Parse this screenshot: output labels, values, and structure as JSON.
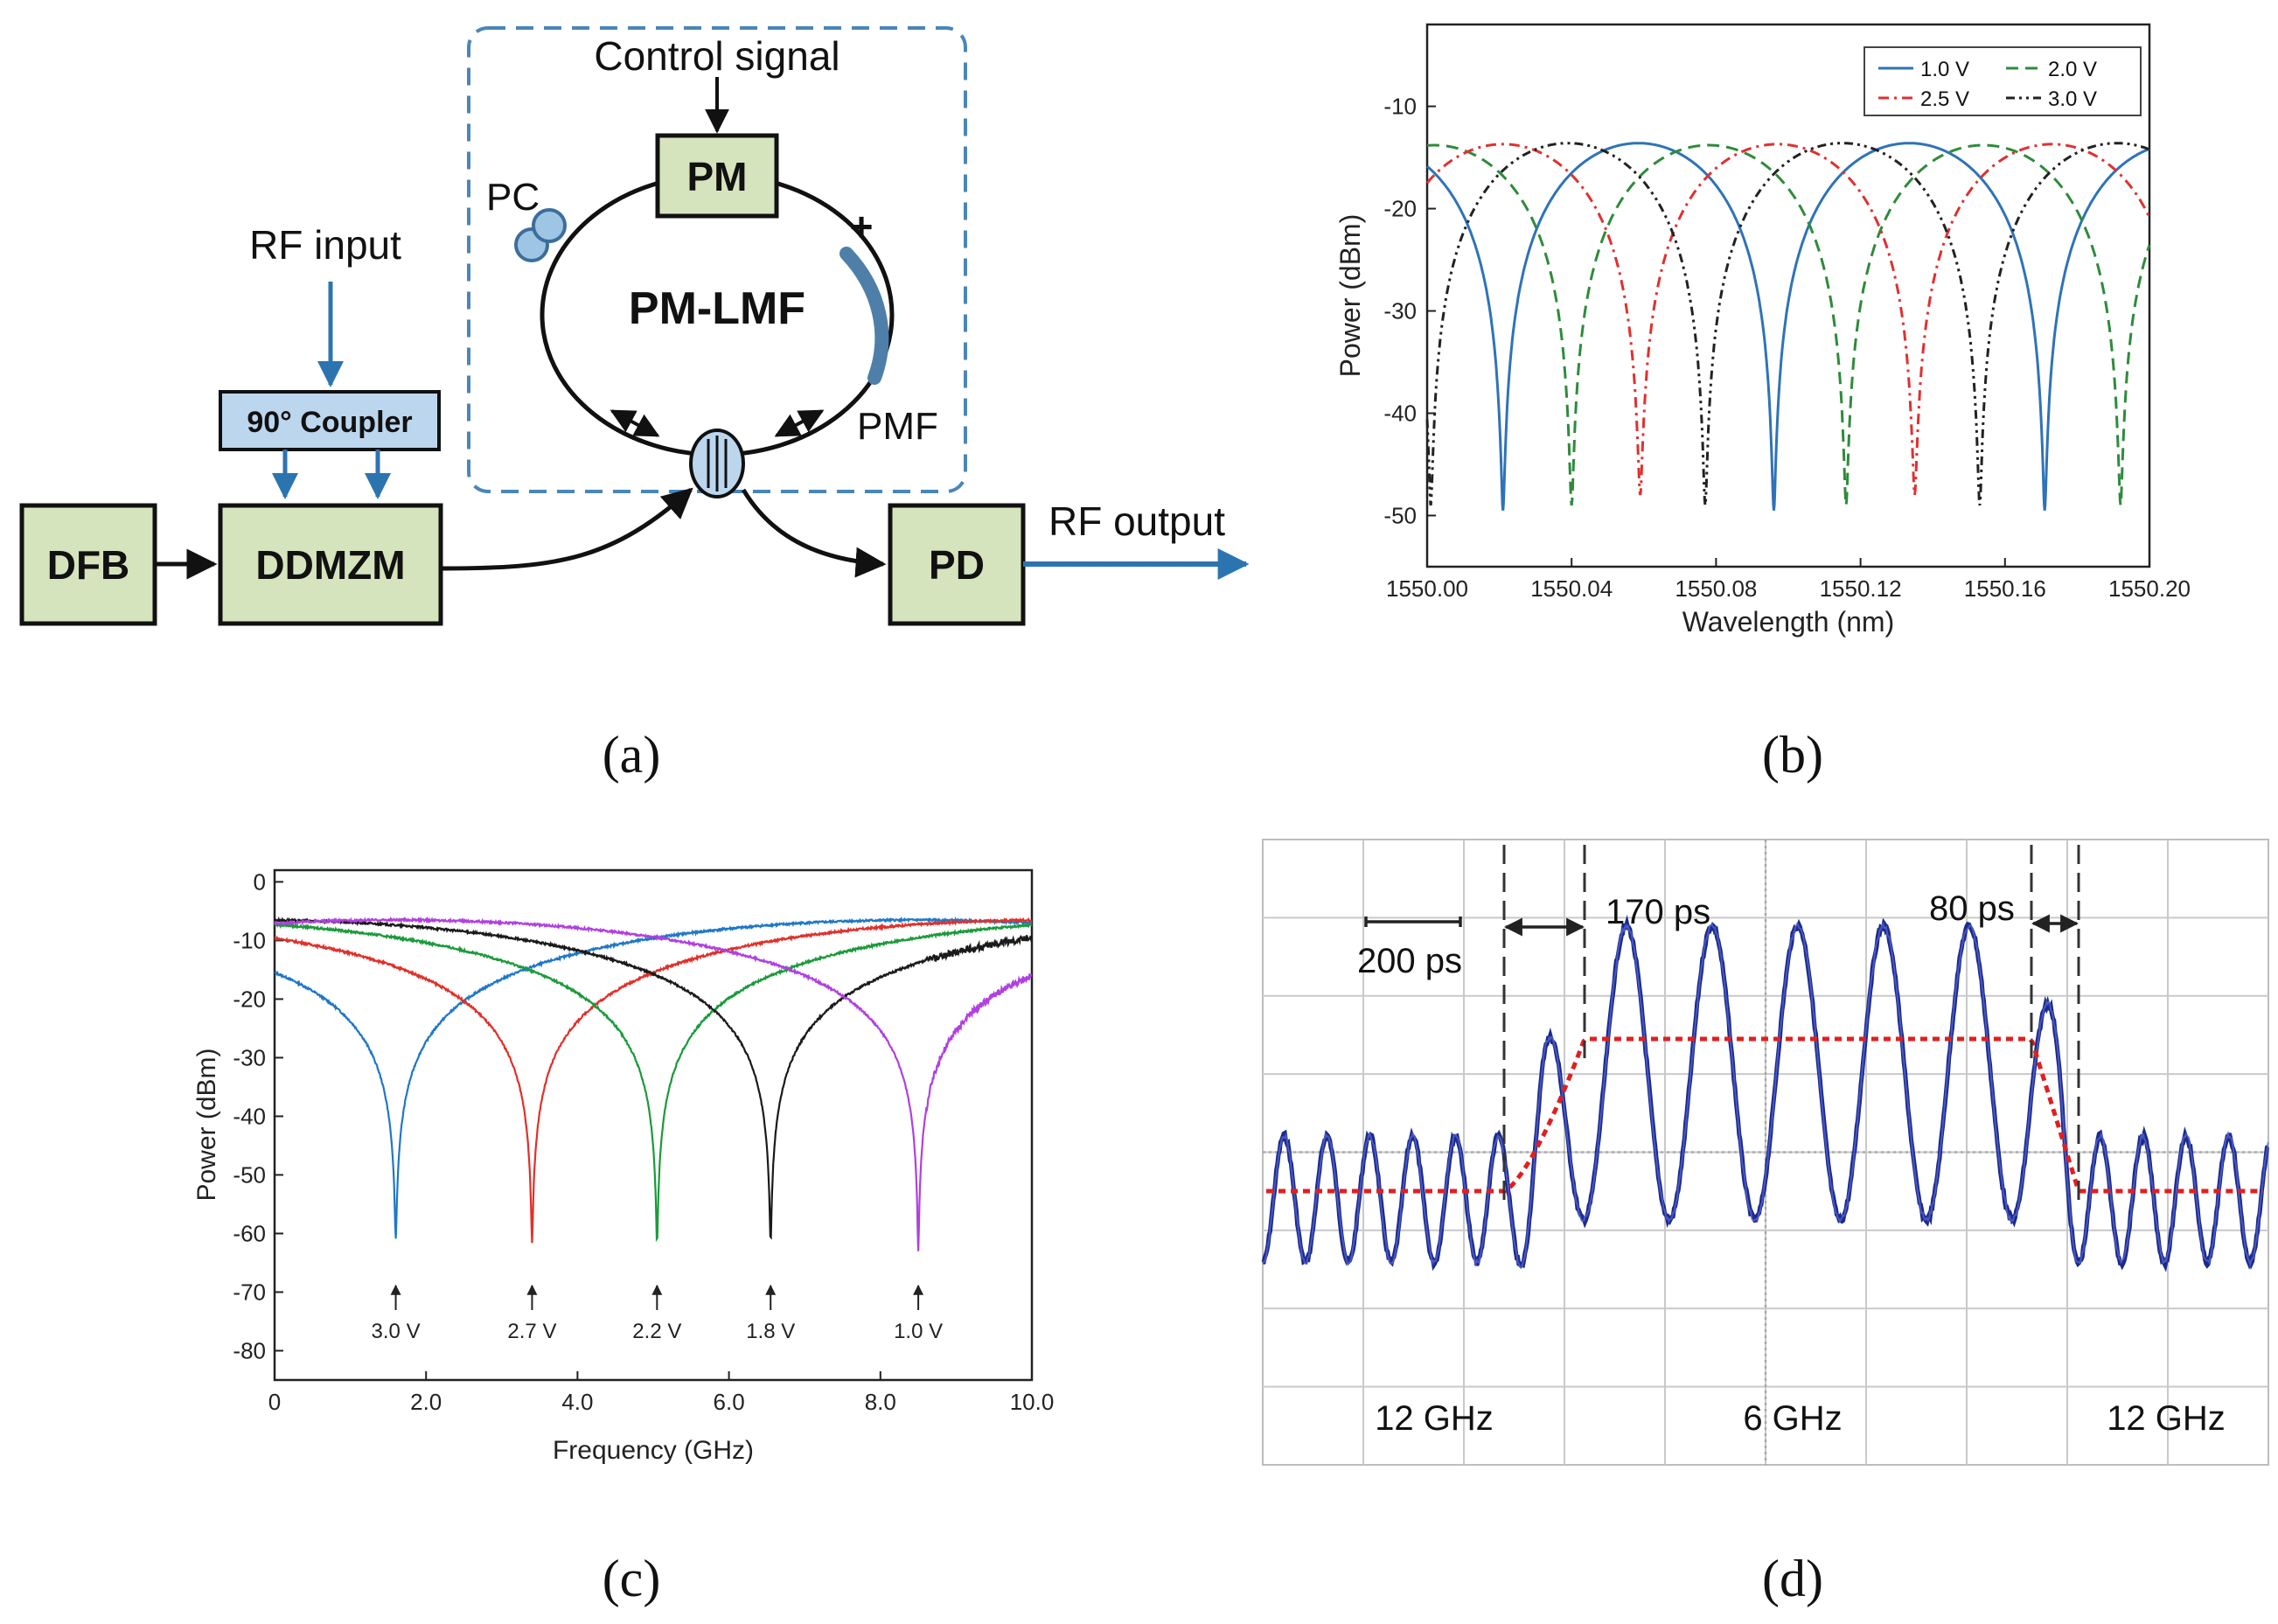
{
  "panels": {
    "a": {
      "caption": "(a)",
      "control_signal": "Control signal",
      "rf_input": "RF input",
      "coupler": "90° Coupler",
      "dfb": "DFB",
      "ddmzm": "DDMZM",
      "pm": "PM",
      "pc": "PC",
      "loop": "PM-LMF",
      "pmf": "PMF",
      "pd": "PD",
      "rf_output": "RF output"
    },
    "b": {
      "caption": "(b)"
    },
    "c": {
      "caption": "(c)"
    },
    "d": {
      "caption": "(d)"
    }
  },
  "chart_data": [
    {
      "panel": "b",
      "type": "line",
      "xlabel": "Wavelength (nm)",
      "ylabel": "Power (dBm)",
      "xlim": [
        1550.0,
        1550.2
      ],
      "ylim": [
        -55,
        -2
      ],
      "xticks": [
        "1550.00",
        "1550.04",
        "1550.08",
        "1550.12",
        "1550.16",
        "1550.20"
      ],
      "xtick_values": [
        1550.0,
        1550.04,
        1550.08,
        1550.12,
        1550.16,
        1550.2
      ],
      "yticks": [
        "-10",
        "-20",
        "-30",
        "-40",
        "-50"
      ],
      "ytick_values": [
        -10,
        -20,
        -30,
        -40,
        -50
      ],
      "legend_position": "top-right",
      "series": [
        {
          "name": "1.0 V",
          "color": "#2e73b8",
          "dash": "solid",
          "notches": [
            1550.021,
            1550.095,
            1550.172
          ],
          "max": -13.6,
          "min": -49.5,
          "period": 0.075
        },
        {
          "name": "2.0 V",
          "color": "#2e8b3a",
          "dash": "dash",
          "notches": [
            1550.04,
            1550.116,
            1550.192
          ],
          "max": -13.8,
          "min": -49.0,
          "period": 0.076
        },
        {
          "name": "2.5 V",
          "color": "#e03030",
          "dash": "dashdot",
          "notches": [
            1550.059,
            1550.135
          ],
          "max": -13.7,
          "min": -48.0,
          "period": 0.076
        },
        {
          "name": "3.0 V",
          "color": "#222222",
          "dash": "dashdotdot",
          "notches": [
            1550.077,
            1550.152
          ],
          "max": -13.6,
          "min": -49.0,
          "period": 0.076
        }
      ]
    },
    {
      "panel": "c",
      "type": "line",
      "xlabel": "Frequency (GHz)",
      "ylabel": "Power (dBm)",
      "xlim": [
        0,
        10
      ],
      "ylim": [
        -85,
        2
      ],
      "xticks": [
        "0",
        "2.0",
        "4.0",
        "6.0",
        "8.0",
        "10.0"
      ],
      "xtick_values": [
        0,
        2,
        4,
        6,
        8,
        10
      ],
      "yticks": [
        "0",
        "-10",
        "-20",
        "-30",
        "-40",
        "-50",
        "-60",
        "-70",
        "-80"
      ],
      "ytick_values": [
        0,
        -10,
        -20,
        -30,
        -40,
        -50,
        -60,
        -70,
        -80
      ],
      "series": [
        {
          "color": "#1f77c8",
          "notch": 1.6,
          "min": -61,
          "half_period": 6.9,
          "max": -6.5
        },
        {
          "color": "#e0302a",
          "notch": 3.4,
          "min": -61.5,
          "half_period": 6.9,
          "max": -6.5
        },
        {
          "color": "#1a9a3a",
          "notch": 5.05,
          "min": -62,
          "half_period": 6.9,
          "max": -6.5
        },
        {
          "color": "#1a1a1a",
          "notch": 6.55,
          "min": -61.5,
          "half_period": 6.9,
          "max": -6.5
        },
        {
          "color": "#b040e0",
          "notch": 8.5,
          "min": -63,
          "half_period": 6.9,
          "max": -6.5
        }
      ],
      "annotations": [
        {
          "label": "3.0 V",
          "x": 1.6
        },
        {
          "label": "2.7 V",
          "x": 3.4
        },
        {
          "label": "2.2 V",
          "x": 5.05
        },
        {
          "label": "1.8 V",
          "x": 6.55
        },
        {
          "label": "1.0 V",
          "x": 8.5
        }
      ]
    },
    {
      "panel": "d",
      "type": "line",
      "grid": true,
      "annotations": {
        "scale_bar": "200 ps",
        "rise": "170 ps",
        "fall": "80 ps",
        "left_freq": "12 GHz",
        "mid_freq": "6 GHz",
        "right_freq": "12 GHz"
      },
      "signal": {
        "low_freq_GHz": 12,
        "high_freq_GHz": 6,
        "low_amplitude": 0.32,
        "high_amplitude": 1.0
      },
      "envelope": {
        "color": "#e02020",
        "low": 0.32,
        "high": 1.0
      }
    }
  ]
}
